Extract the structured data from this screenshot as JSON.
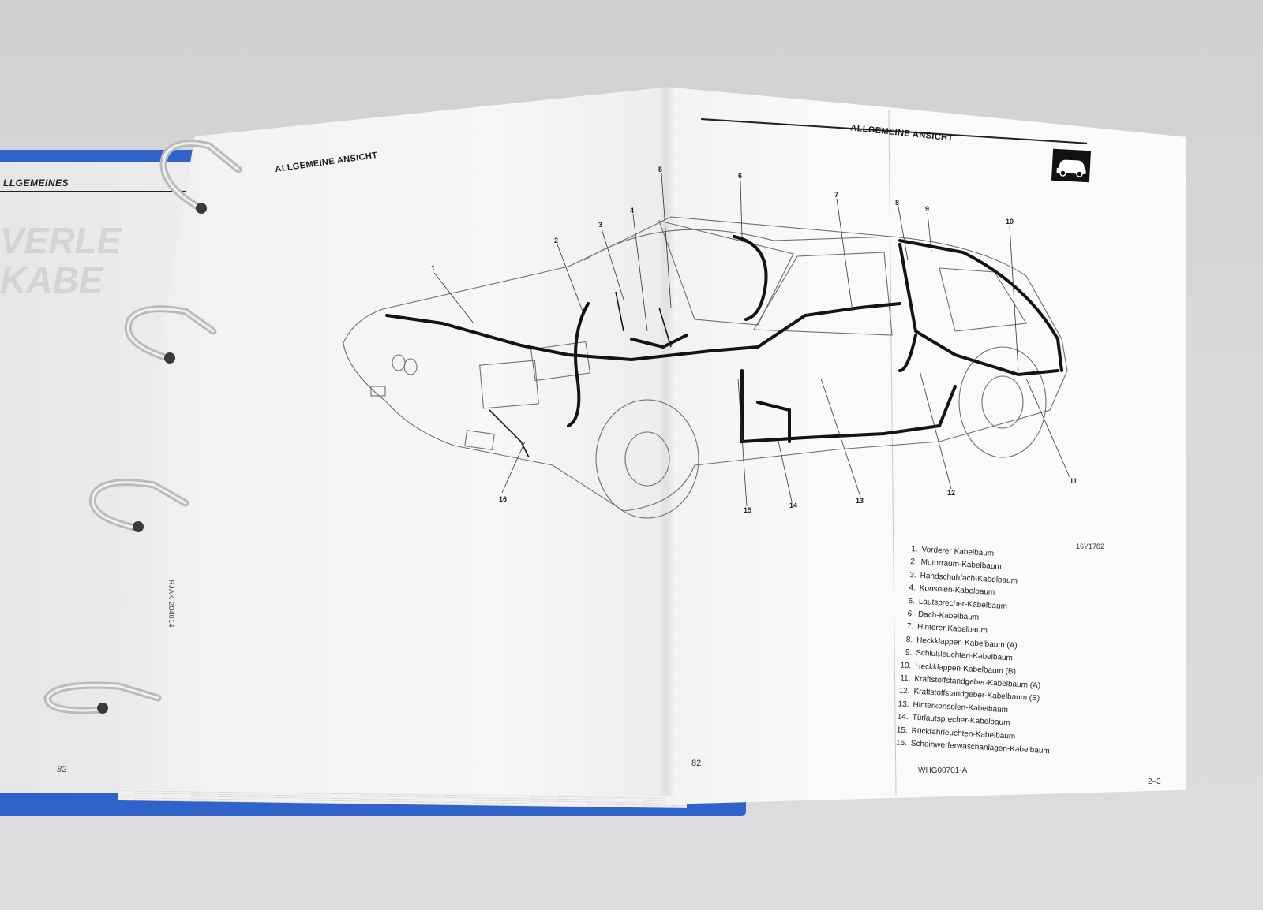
{
  "back_page": {
    "header": "LLGEMEINES",
    "ghost_text": [
      "VERLE",
      "KABE"
    ],
    "page_number": "82"
  },
  "left_page": {
    "title": "ALLGEMEINE ANSICHT",
    "margin_code": "RJAK 204014",
    "page_number": "82"
  },
  "right_page": {
    "title": "ALLGEMEINE ANSICHT",
    "figure_code": "16Y1782",
    "document_code": "WHG00701-A",
    "page_number": "2–3",
    "icon": "car-icon"
  },
  "callouts": [
    "1",
    "2",
    "3",
    "4",
    "5",
    "6",
    "7",
    "8",
    "9",
    "10",
    "11",
    "12",
    "13",
    "14",
    "15",
    "16"
  ],
  "legend": [
    {
      "num": "1.",
      "label": "Vorderer Kabelbaum"
    },
    {
      "num": "2.",
      "label": "Motorraum-Kabelbaum"
    },
    {
      "num": "3.",
      "label": "Handschuhfach-Kabelbaum"
    },
    {
      "num": "4.",
      "label": "Konsolen-Kabelbaum"
    },
    {
      "num": "5.",
      "label": "Lautsprecher-Kabelbaum"
    },
    {
      "num": "6.",
      "label": "Dach-Kabelbaum"
    },
    {
      "num": "7.",
      "label": "Hinterer Kabelbaum"
    },
    {
      "num": "8.",
      "label": "Heckklappen-Kabelbaum (A)"
    },
    {
      "num": "9.",
      "label": "Schlußleuchten-Kabelbaum"
    },
    {
      "num": "10.",
      "label": "Heckklappen-Kabelbaum (B)"
    },
    {
      "num": "11.",
      "label": "Kraftstoffstandgeber-Kabelbaum (A)"
    },
    {
      "num": "12.",
      "label": "Kraftstoffstandgeber-Kabelbaum (B)"
    },
    {
      "num": "13.",
      "label": "Hinterkonsolen-Kabelbaum"
    },
    {
      "num": "14.",
      "label": "Türlautsprecher-Kabelbaum"
    },
    {
      "num": "15.",
      "label": "Rückfahrleuchten-Kabelbaum"
    },
    {
      "num": "16.",
      "label": "Scheinwerferwaschanlagen-Kabelbaum"
    }
  ],
  "colors": {
    "binder": "#2f63c9",
    "paper": "#f7f7f7",
    "ink": "#1a1a1a",
    "background": "#d4d5d7"
  }
}
